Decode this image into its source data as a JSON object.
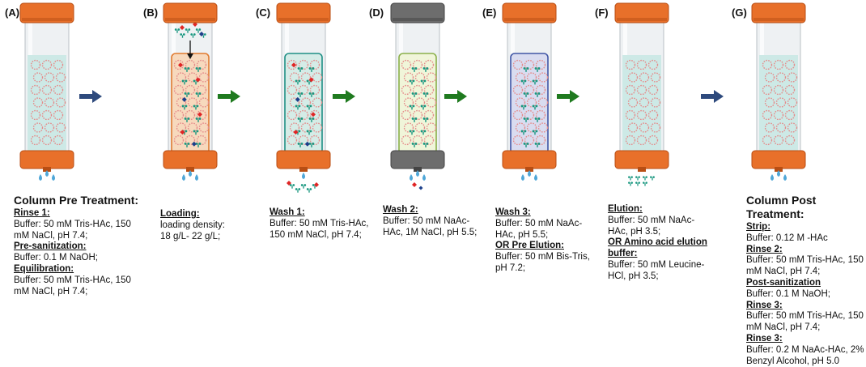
{
  "panels": [
    {
      "label": "(A)",
      "column_style": "orange",
      "bed_color": "#cde9e6",
      "bed_frame": "none",
      "resin": "plain",
      "outflow": "drops"
    },
    {
      "label": "(B)",
      "column_style": "orange",
      "bed_color": "#f7d9bd",
      "bed_frame": "#e07a2f",
      "resin": "loaded",
      "outflow": "drops",
      "inlet": "loading"
    },
    {
      "label": "(C)",
      "column_style": "orange",
      "bed_color": "#d5ece7",
      "bed_frame": "#1f8f85",
      "resin": "bound_impurities",
      "outflow": "impurities"
    },
    {
      "label": "(D)",
      "column_style": "grey",
      "bed_color": "#f0f5d9",
      "bed_frame": "#8ab04a",
      "resin": "bound",
      "outflow": "red_drops"
    },
    {
      "label": "(E)",
      "column_style": "orange",
      "bed_color": "#d9dcf0",
      "bed_frame": "#4056a6",
      "resin": "bound",
      "outflow": "drops"
    },
    {
      "label": "(F)",
      "column_style": "orange",
      "bed_color": "#cde9e6",
      "bed_frame": "none",
      "resin": "plain",
      "outflow": "product"
    },
    {
      "label": "(G)",
      "column_style": "orange",
      "bed_color": "#cde9e6",
      "bed_frame": "none",
      "resin": "plain",
      "outflow": "drops"
    }
  ],
  "arrows": [
    {
      "color": "#2e4a7d"
    },
    {
      "color": "#1f7a1f"
    },
    {
      "color": "#1f7a1f"
    },
    {
      "color": "#1f7a1f"
    },
    {
      "color": "#1f7a1f"
    },
    {
      "color": "#2e4a7d"
    }
  ],
  "captions": {
    "a": {
      "title": "Column Pre Treatment:",
      "lines": [
        {
          "kind": "head",
          "text": "Rinse 1:"
        },
        {
          "kind": "text",
          "text": "Buffer: 50 mM Tris-HAc, 150 mM NaCl, pH 7.4;"
        },
        {
          "kind": "head",
          "text": "Pre-sanitization:"
        },
        {
          "kind": "text",
          "text": "Buffer: 0.1 M NaOH;"
        },
        {
          "kind": "head",
          "text": "Equilibration:"
        },
        {
          "kind": "text",
          "text": "Buffer: 50 mM Tris-HAc, 150 mM NaCl, pH 7.4;"
        }
      ]
    },
    "b": {
      "lines": [
        {
          "kind": "head",
          "text": "Loading:"
        },
        {
          "kind": "text",
          "text": "loading density:"
        },
        {
          "kind": "text",
          "text": "18 g/L- 22 g/L;"
        }
      ]
    },
    "c": {
      "lines": [
        {
          "kind": "head",
          "text": "Wash 1:"
        },
        {
          "kind": "text",
          "text": "Buffer: 50 mM Tris-HAc, 150 mM NaCl, pH 7.4;"
        }
      ]
    },
    "d": {
      "lines": [
        {
          "kind": "head",
          "text": "Wash 2:"
        },
        {
          "kind": "text",
          "text": "Buffer: 50 mM NaAc-HAc, 1M NaCl, pH 5.5;"
        }
      ]
    },
    "e": {
      "lines": [
        {
          "kind": "head",
          "text": "Wash 3:"
        },
        {
          "kind": "text",
          "text": "Buffer: 50 mM NaAc-HAc, pH 5.5;"
        },
        {
          "kind": "head",
          "text": "OR Pre Elution:"
        },
        {
          "kind": "text",
          "text": "Buffer: 50 mM Bis-Tris, pH 7.2;"
        }
      ]
    },
    "f": {
      "lines": [
        {
          "kind": "head",
          "text": "Elution:"
        },
        {
          "kind": "text",
          "text": "Buffer: 50 mM NaAc-HAc, pH 3.5;"
        },
        {
          "kind": "head",
          "text": "OR Amino acid elution buffer:"
        },
        {
          "kind": "text",
          "text": "Buffer: 50 mM Leucine-HCl, pH 3.5;"
        }
      ]
    },
    "g": {
      "title": "Column Post Treatment:",
      "lines": [
        {
          "kind": "head",
          "text": "Strip:"
        },
        {
          "kind": "text",
          "text": "Buffer: 0.12 M -HAc"
        },
        {
          "kind": "head",
          "text": "Rinse 2:"
        },
        {
          "kind": "text",
          "text": "Buffer: 50 mM Tris-HAc, 150 mM NaCl, pH 7.4;"
        },
        {
          "kind": "head",
          "text": "Post-sanitization"
        },
        {
          "kind": "text",
          "text": "Buffer: 0.1 M NaOH;"
        },
        {
          "kind": "head",
          "text": "Rinse 3:"
        },
        {
          "kind": "text",
          "text": "Buffer: 50 mM Tris-HAc, 150 mM NaCl, pH 7.4;"
        },
        {
          "kind": "head",
          "text": "Rinse 3:"
        },
        {
          "kind": "text",
          "text": "Buffer: 0.2 M NaAc-HAc, 2% Benzyl Alcohol, pH 5.0"
        }
      ]
    }
  },
  "colors": {
    "cap_orange": "#e8702a",
    "cap_orange_dark": "#b84e14",
    "cap_grey": "#6d6d6d",
    "cap_grey_dark": "#444444",
    "glass": "#eef1f3",
    "resin_ring": "#e58a8a",
    "antibody": "#18977f",
    "impurity_red": "#e02525",
    "impurity_blue": "#1c3f8a",
    "drop_blue": "#4fa7d8"
  }
}
